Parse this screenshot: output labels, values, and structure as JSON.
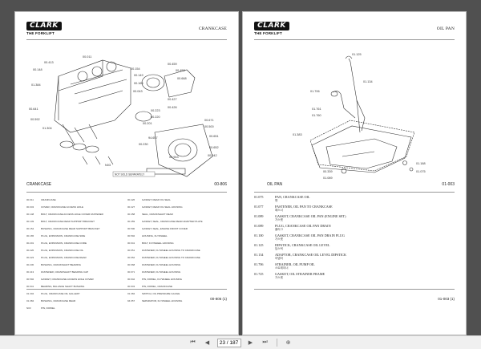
{
  "left_page": {
    "logo": {
      "mark": "CLARK",
      "sub": "THE FORKLIFT"
    },
    "header": "CRANKCASE",
    "figure_caption": "CRANKCASE",
    "figure_code": "00-806",
    "note": "NOT SOLD SEPARATELY",
    "callouts": [
      "00.011",
      "00.413",
      "00.148",
      "01.384",
      "00.641",
      "00.592",
      "01.304",
      "00.154",
      "00.149",
      "00.165",
      "00.043",
      "00.459",
      "00.458",
      "00.668",
      "00.427",
      "00.426",
      "00.223",
      "00.220",
      "00.201",
      "00.230",
      "94.657",
      "00.943",
      "00.671",
      "00.500",
      "00.651",
      "00.652",
      "00.942",
      "N03"
    ],
    "parts": [
      {
        "l_num": "00.011",
        "l_desc": "CRANKCASE",
        "r_num": "00.426",
        "r_desc": "GASKET, REAR OIL SEAL"
      },
      {
        "l_num": "00.043",
        "l_desc": "COVER, CRANKCASE ACCESS HOLE",
        "r_num": "00.427",
        "r_desc": "GASKET, REAR OIL SEAL HOUSING"
      },
      {
        "l_num": "00.148",
        "l_desc": "BOLT, CRANKCASE ACCESS HOLE COVER FASTENER",
        "r_num": "00.458",
        "r_desc": "SEAL, CRANKSHAFT REAR"
      },
      {
        "l_num": "00.149",
        "l_desc": "BOLT, CRANKCASE REAR SUPPORT BRACKET",
        "r_num": "00.459",
        "r_desc": "GASKET, SEAL, CRANKCASE REAR ADAPTER PLATE"
      },
      {
        "l_num": "00.154",
        "l_desc": "BUSHING, CRANKCASE REAR SUPPORT BRACKET",
        "r_num": "00.500",
        "r_desc": "GASKET, SEAL, ENGINE FRONT COVER"
      },
      {
        "l_num": "00.165",
        "l_desc": "PLUG, EXPANSION, CRANKCASE SIDE",
        "r_num": "00.592",
        "r_desc": "HOUSING, FLYWHEEL"
      },
      {
        "l_num": "00.201",
        "l_desc": "PLUG, EXPANSION, CRANKCASE CORE",
        "r_num": "00.641",
        "r_desc": "BOLT, FLYWHEEL HOUSING"
      },
      {
        "l_num": "00.220",
        "l_desc": "PLUG, EXPANSION, CRANKCASE OIL",
        "r_num": "00.651",
        "r_desc": "FASTENER, FLYWHEEL HOUSING TO CRANKCASE"
      },
      {
        "l_num": "00.223",
        "l_desc": "PLUG, EXPANSION, CRANKCASE REAR",
        "r_num": "00.652",
        "r_desc": "FASTENER, FLYWHEEL HOUSING TO CRANKCASE"
      },
      {
        "l_num": "00.230",
        "l_desc": "BUSHING, CRANKSHAFT BEARING",
        "r_num": "00.668",
        "r_desc": "FASTENER, FLYWHEEL HOUSING"
      },
      {
        "l_num": "00.413",
        "l_desc": "FASTENER, CRANKSHAFT BEARING CAP",
        "r_num": "00.671",
        "r_desc": "FASTENER, FLYWHEEL HOUSING"
      },
      {
        "l_num": "00.592",
        "l_desc": "GASKET, CRANKCASE ACCESS HOLE COVER",
        "r_num": "00.942",
        "r_desc": "PIN, DOWEL, FLYWHEEL HOUSING"
      },
      {
        "l_num": "00.641",
        "l_desc": "BEARING, BALANCE SHAFT BUSHING",
        "r_num": "00.943",
        "r_desc": "PIN, DOWEL, CRANKCASE"
      },
      {
        "l_num": "01.304",
        "l_desc": "PLUG, CRANKCASE OIL GALLERY",
        "r_num": "01.384",
        "r_desc": "SWITCH, OIL PRESSURE GAUGE"
      },
      {
        "l_num": "01.384",
        "l_desc": "BUSHING, CRANKCASE REAR",
        "r_num": "94.657",
        "r_desc": "SEPARATOR, FLYWHEEL HOUSING"
      },
      {
        "l_num": "N03",
        "l_desc": "PIN, DOWEL",
        "r_num": "",
        "r_desc": ""
      }
    ],
    "footer": "00-806 (1)"
  },
  "right_page": {
    "logo": {
      "mark": "CLARK",
      "sub": "THE FORKLIFT"
    },
    "header": "OIL PAN",
    "figure_caption": "OIL PAN",
    "figure_code": "01-003",
    "callouts": [
      "01.125",
      "01.134",
      "01.706",
      "01.761",
      "01.760",
      "01.383",
      "00.339",
      "01.089",
      "01.188",
      "01.075"
    ],
    "parts": [
      {
        "num": "01.075",
        "desc": "PAN, CRANKCASE OIL",
        "ko": "팬"
      },
      {
        "num": "01.077",
        "desc": "FASTENER, OIL PAN TO CRANKCASE",
        "ko": "패스너"
      },
      {
        "num": "01.089",
        "desc": "GASKET, CRANKCASE OIL PAN (ENGINE SET)",
        "ko": "가스켓"
      },
      {
        "num": "01.089",
        "desc": "PLUG, CRANKCASE OIL PAN DRAIN",
        "ko": "플러그"
      },
      {
        "num": "01.100",
        "desc": "GASKET, CRANKCASE OIL PAN DRAIN PLUG",
        "ko": "가스켓"
      },
      {
        "num": "01.125",
        "desc": "DIPSTICK, CRANKCASE OIL LEVEL",
        "ko": "딥스틱"
      },
      {
        "num": "01.134",
        "desc": "ADAPTOR, CRANKCASE OIL LEVEL DIPSTICK",
        "ko": "어댑터"
      },
      {
        "num": "01.706",
        "desc": "STRAINER, OIL PUMP OIL",
        "ko": "스트레이너"
      },
      {
        "num": "01.725",
        "desc": "GASKET, OIL STRAINER FRAME",
        "ko": "가스켓"
      }
    ],
    "footer": "01-003 (1)"
  },
  "toolbar": {
    "page_value": "23 / 187"
  }
}
